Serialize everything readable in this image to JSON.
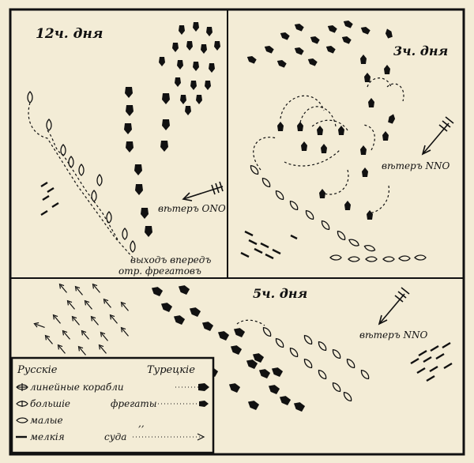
{
  "panels": {
    "noon": {
      "title": "12ч. дня",
      "wind": "вѣтеръ ONO",
      "note_line1": "выходъ впередъ",
      "note_line2": "отр. фрегатовъ"
    },
    "three": {
      "title": "3ч. дня",
      "wind": "вѣтеръ NNO"
    },
    "five": {
      "title": "5ч. дня",
      "wind": "вѣтеръ NNO"
    }
  },
  "legend": {
    "russian_header": "Русскіе",
    "turkish_header": "Турецкіе",
    "rows": [
      {
        "label": "линейные корабли"
      },
      {
        "label": "большіе",
        "label2": "фрегаты"
      },
      {
        "label": "малые",
        "label2": ",,"
      },
      {
        "label": "мелкія",
        "label2": "суда"
      }
    ]
  },
  "colors": {
    "ink": "#111111",
    "paper": "#f3ecd6"
  }
}
